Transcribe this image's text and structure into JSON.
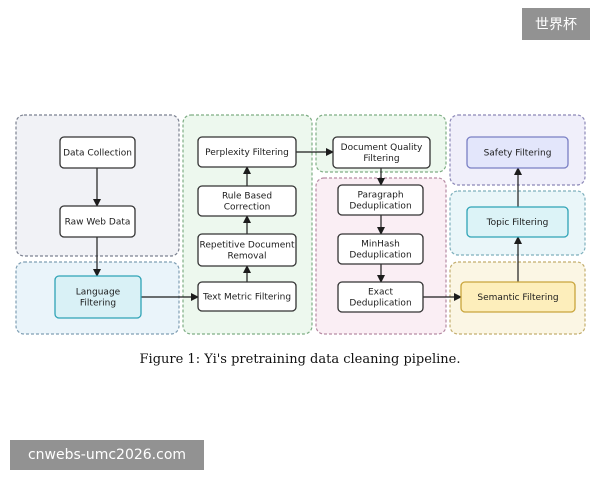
{
  "watermark": "世界杯",
  "source_badge": "cnwebs-umc2026.com",
  "caption": "Figure 1: Yi's pretraining data cleaning pipeline.",
  "groups": [
    {
      "id": "collection",
      "fill": "#f1f2f6",
      "stroke": "#7b8190"
    },
    {
      "id": "language",
      "fill": "#eaf4fa",
      "stroke": "#7f9fb4"
    },
    {
      "id": "filtering",
      "fill": "#edf8ee",
      "stroke": "#7fae85"
    },
    {
      "id": "doc-quality",
      "fill": "#edf8ee",
      "stroke": "#7fae85"
    },
    {
      "id": "dedup",
      "fill": "#faeef4",
      "stroke": "#b68aa3"
    },
    {
      "id": "safety",
      "fill": "#f0effa",
      "stroke": "#8c88b8"
    },
    {
      "id": "topic",
      "fill": "#eaf6f9",
      "stroke": "#7fb0bd"
    },
    {
      "id": "semantic",
      "fill": "#fbf6e4",
      "stroke": "#c3ae6e"
    }
  ],
  "nodes": [
    {
      "id": "data-collection",
      "lines": [
        "Data Collection"
      ],
      "fill": "#ffffff",
      "stroke": "#333333"
    },
    {
      "id": "raw-web-data",
      "lines": [
        "Raw Web Data"
      ],
      "fill": "#ffffff",
      "stroke": "#333333"
    },
    {
      "id": "language-filtering",
      "lines": [
        "Language",
        "Filtering"
      ],
      "fill": "#d9f1f6",
      "stroke": "#2fa3b6"
    },
    {
      "id": "text-metric-filtering",
      "lines": [
        "Text Metric Filtering"
      ],
      "fill": "#ffffff",
      "stroke": "#333333"
    },
    {
      "id": "repetitive-document-removal",
      "lines": [
        "Repetitive Document",
        "Removal"
      ],
      "fill": "#ffffff",
      "stroke": "#333333"
    },
    {
      "id": "rule-based-correction",
      "lines": [
        "Rule Based",
        "Correction"
      ],
      "fill": "#ffffff",
      "stroke": "#333333"
    },
    {
      "id": "perplexity-filtering",
      "lines": [
        "Perplexity Filtering"
      ],
      "fill": "#ffffff",
      "stroke": "#333333"
    },
    {
      "id": "document-quality-filtering",
      "lines": [
        "Document Quality",
        "Filtering"
      ],
      "fill": "#ffffff",
      "stroke": "#333333"
    },
    {
      "id": "paragraph-deduplication",
      "lines": [
        "Paragraph",
        "Deduplication"
      ],
      "fill": "#ffffff",
      "stroke": "#333333"
    },
    {
      "id": "minhash-deduplication",
      "lines": [
        "MinHash",
        "Deduplication"
      ],
      "fill": "#ffffff",
      "stroke": "#333333"
    },
    {
      "id": "exact-deduplication",
      "lines": [
        "Exact",
        "Deduplication"
      ],
      "fill": "#ffffff",
      "stroke": "#333333"
    },
    {
      "id": "semantic-filtering",
      "lines": [
        "Semantic Filtering"
      ],
      "fill": "#fdeebb",
      "stroke": "#c9a53c"
    },
    {
      "id": "topic-filtering",
      "lines": [
        "Topic Filtering"
      ],
      "fill": "#dcf3f7",
      "stroke": "#2fa3b6"
    },
    {
      "id": "safety-filtering",
      "lines": [
        "Safety Filtering"
      ],
      "fill": "#e3e6fb",
      "stroke": "#7a7fc4"
    }
  ],
  "edges": [
    {
      "from": "data-collection",
      "to": "raw-web-data"
    },
    {
      "from": "raw-web-data",
      "to": "language-filtering"
    },
    {
      "from": "language-filtering",
      "to": "text-metric-filtering"
    },
    {
      "from": "text-metric-filtering",
      "to": "repetitive-document-removal"
    },
    {
      "from": "repetitive-document-removal",
      "to": "rule-based-correction"
    },
    {
      "from": "rule-based-correction",
      "to": "perplexity-filtering"
    },
    {
      "from": "perplexity-filtering",
      "to": "document-quality-filtering"
    },
    {
      "from": "document-quality-filtering",
      "to": "paragraph-deduplication"
    },
    {
      "from": "paragraph-deduplication",
      "to": "minhash-deduplication"
    },
    {
      "from": "minhash-deduplication",
      "to": "exact-deduplication"
    },
    {
      "from": "exact-deduplication",
      "to": "semantic-filtering"
    },
    {
      "from": "semantic-filtering",
      "to": "topic-filtering"
    },
    {
      "from": "topic-filtering",
      "to": "safety-filtering"
    }
  ]
}
